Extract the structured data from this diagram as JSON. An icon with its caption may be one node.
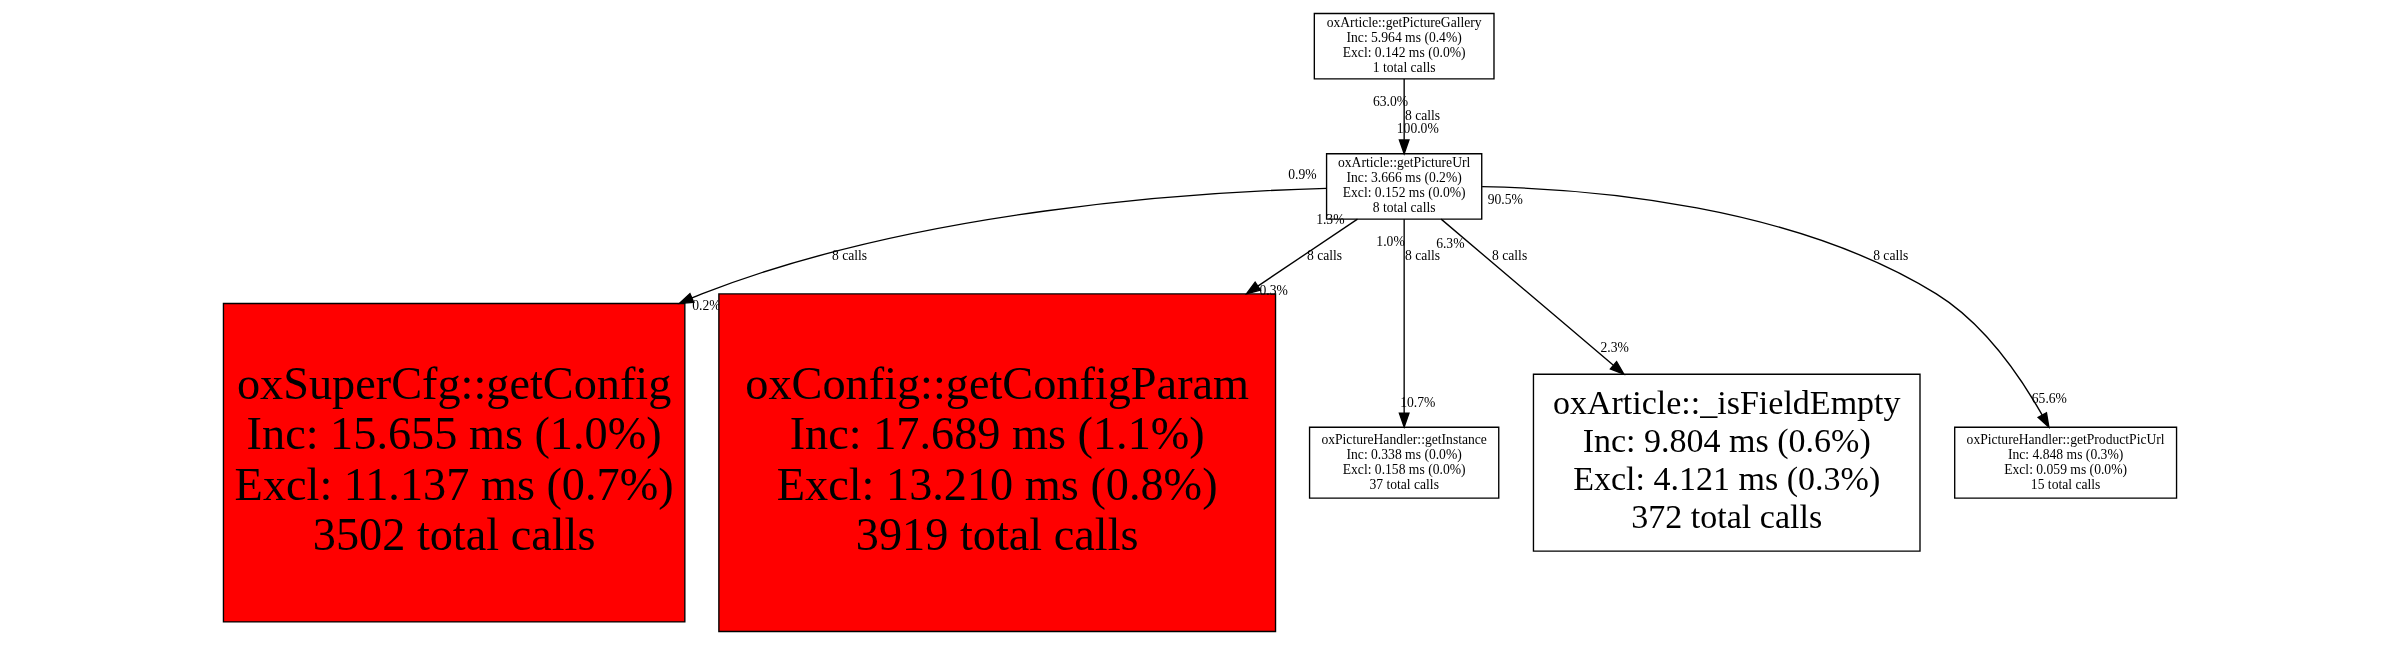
{
  "diagram": {
    "nodes": [
      {
        "text": [
          "oxArticle::getPictureGallery",
          "Inc: 5.964 ms (0.4%)",
          "Excl: 0.142 ms (0.0%)",
          "1 total calls"
        ]
      },
      {
        "text": [
          "oxArticle::getPictureUrl",
          "Inc: 3.666 ms (0.2%)",
          "Excl: 0.152 ms (0.0%)",
          "8 total calls"
        ]
      },
      {
        "text": [
          "oxSuperCfg::getConfig",
          "Inc: 15.655 ms (1.0%)",
          "Excl: 11.137 ms (0.7%)",
          "3502 total calls"
        ]
      },
      {
        "text": [
          "oxConfig::getConfigParam",
          "Inc: 17.689 ms (1.1%)",
          "Excl: 13.210 ms (0.8%)",
          "3919 total calls"
        ]
      },
      {
        "text": [
          "oxPictureHandler::getInstance",
          "Inc: 0.338 ms (0.0%)",
          "Excl: 0.158 ms (0.0%)",
          "37 total calls"
        ]
      },
      {
        "text": [
          "oxArticle::_isFieldEmpty",
          "Inc: 9.804 ms (0.6%)",
          "Excl: 4.121 ms (0.3%)",
          "372 total calls"
        ]
      },
      {
        "text": [
          "oxPictureHandler::getProductPicUrl",
          "Inc: 4.848 ms (0.3%)",
          "Excl: 0.059 ms (0.0%)",
          "15 total calls"
        ]
      }
    ],
    "edges": [
      {
        "from": 0,
        "to": 1,
        "arrow": "to",
        "label": "8 calls"
      },
      {
        "from": 1,
        "to": 2,
        "arrow": "to",
        "label": "8 calls"
      },
      {
        "from": 1,
        "to": 3,
        "arrow": "to",
        "label": "8 calls"
      },
      {
        "from": 1,
        "to": 4,
        "arrow": "to",
        "label": "8 calls"
      },
      {
        "from": 1,
        "to": 5,
        "arrow": "to",
        "label": "8 calls"
      },
      {
        "from": 1,
        "to": 6,
        "arrow": "to",
        "label": "8 calls"
      }
    ],
    "labels": [
      "63.0%",
      "100.0%",
      "0.9%",
      "90.5%",
      "1.3%",
      "1.0%",
      "6.3%",
      "0.2%",
      "0.3%",
      "2.3%",
      "10.7%",
      "65.6%"
    ]
  }
}
